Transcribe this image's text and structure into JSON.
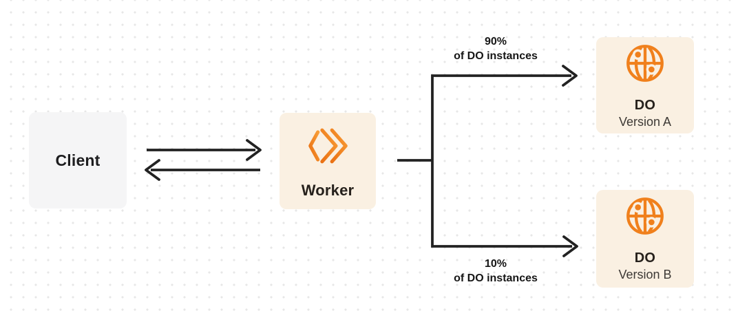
{
  "diagram": {
    "nodes": {
      "client": {
        "label": "Client"
      },
      "worker": {
        "label": "Worker",
        "icon": "cloudflare-workers-icon"
      },
      "do_version_a": {
        "title": "DO",
        "subtitle": "Version A",
        "icon": "durable-object-globe-icon"
      },
      "do_version_b": {
        "title": "DO",
        "subtitle": "Version B",
        "icon": "durable-object-globe-icon"
      }
    },
    "edge_labels": {
      "top": {
        "percent": "90%",
        "caption": "of DO instances"
      },
      "bottom": {
        "percent": "10%",
        "caption": "of DO instances"
      }
    },
    "colors": {
      "accent_orange": "#f0801c",
      "node_cream": "#faf0e2",
      "node_gray": "#f5f5f6",
      "connector_dark": "#222222",
      "dot_grid": "#e7e7e7",
      "background": "#ffffff"
    }
  }
}
